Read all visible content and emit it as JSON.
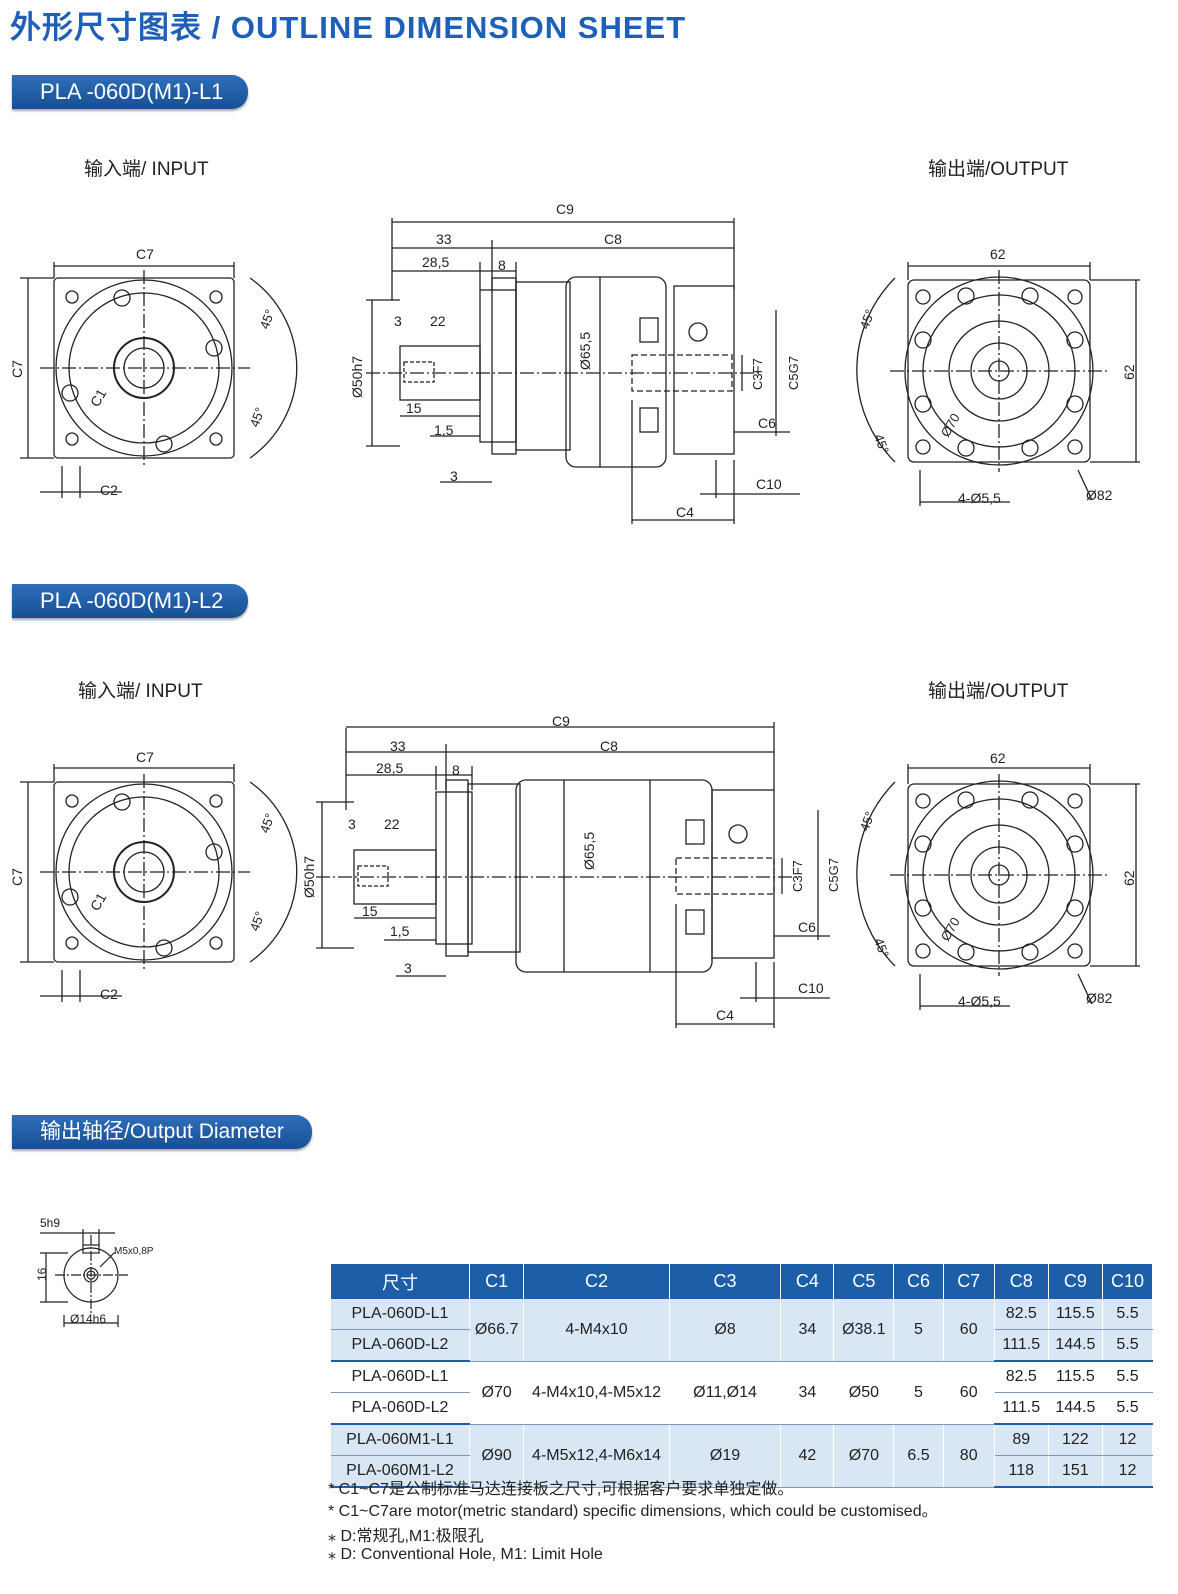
{
  "page_title": "外形尺寸图表 / OUTLINE DIMENSION SHEET",
  "sections": {
    "l1_label": "PLA -060D(M1)-L1",
    "l2_label": "PLA -060D(M1)-L2",
    "output_diameter_label": "输出轴径/Output Diameter"
  },
  "view_labels": {
    "input": "输入端/ INPUT",
    "output": "输出端/OUTPUT"
  },
  "dims": {
    "c1": "C1",
    "c2": "C2",
    "c3f7": "C3F7",
    "c4": "C4",
    "c5g7": "C5G7",
    "c6": "C6",
    "c7": "C7",
    "c8": "C8",
    "c9": "C9",
    "c10": "C10",
    "v33": "33",
    "v28_5": "28,5",
    "v8": "8",
    "v3": "3",
    "v22": "22",
    "v15": "15",
    "v1_5": "1,5",
    "d50h7": "Ø50h7",
    "d65_5": "Ø65,5",
    "v62": "62",
    "holes": "4-Ø5,5",
    "d82": "Ø82",
    "d70": "Ø70",
    "a45": "45°",
    "key5h9": "5h9",
    "m5": "M5x0,8P",
    "v16": "16",
    "d14h6": "Ø14h6"
  },
  "table": {
    "headers": [
      "尺寸",
      "C1",
      "C2",
      "C3",
      "C4",
      "C5",
      "C6",
      "C7",
      "C8",
      "C9",
      "C10"
    ],
    "groups": [
      {
        "models": [
          "PLA-060D-L1",
          "PLA-060D-L2"
        ],
        "c1": "Ø66.7",
        "c2": "4-M4x10",
        "c3": "Ø8",
        "c4": "34",
        "c5": "Ø38.1",
        "c6": "5",
        "c7": "60",
        "rows": [
          [
            "82.5",
            "115.5",
            "5.5"
          ],
          [
            "111.5",
            "144.5",
            "5.5"
          ]
        ]
      },
      {
        "models": [
          "PLA-060D-L1",
          "PLA-060D-L2"
        ],
        "c1": "Ø70",
        "c2": "4-M4x10,4-M5x12",
        "c3": "Ø11,Ø14",
        "c4": "34",
        "c5": "Ø50",
        "c6": "5",
        "c7": "60",
        "rows": [
          [
            "82.5",
            "115.5",
            "5.5"
          ],
          [
            "111.5",
            "144.5",
            "5.5"
          ]
        ]
      },
      {
        "models": [
          "PLA-060M1-L1",
          "PLA-060M1-L2"
        ],
        "c1": "Ø90",
        "c2": "4-M5x12,4-M6x14",
        "c3": "Ø19",
        "c4": "42",
        "c5": "Ø70",
        "c6": "6.5",
        "c7": "80",
        "rows": [
          [
            "89",
            "122",
            "12"
          ],
          [
            "118",
            "151",
            "12"
          ]
        ]
      }
    ]
  },
  "notes": [
    "* C1~C7是公制标准马达连接板之尺寸,可根据客户要求单独定做。",
    "* C1~C7are motor(metric standard)  specific dimensions, which could be customised。",
    "⁎ D:常规孔,M1:极限孔",
    "⁎ D: Conventional Hole, M1: Limit Hole"
  ],
  "colors": {
    "brand_blue": "#1e5fb8",
    "header_blue": "#1c5ea8",
    "row_tint": "#d9e6f4"
  }
}
